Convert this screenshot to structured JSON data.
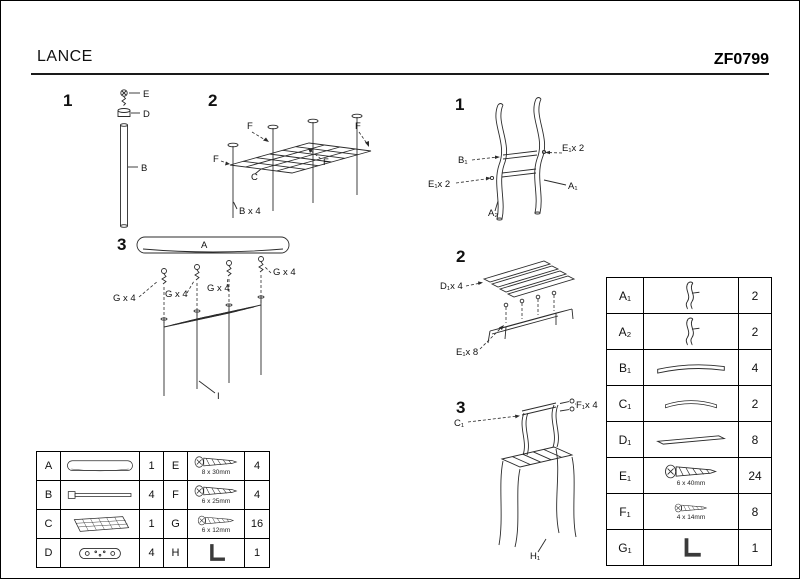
{
  "header": {
    "brand": "LANCE",
    "model": "ZF0799"
  },
  "steps": {
    "t1": {
      "num": "1",
      "e": "E",
      "d": "D",
      "b": "B"
    },
    "t2": {
      "num": "2",
      "f": "F",
      "c": "C",
      "b4": "B x 4"
    },
    "t3": {
      "num": "3",
      "a": "A",
      "g4": "G x 4",
      "i": "I"
    },
    "c1": {
      "num": "1",
      "b1": "B₁",
      "e1x2": "E₁x 2",
      "a1": "A₁",
      "a2": "A₂"
    },
    "c2": {
      "num": "2",
      "d1x4": "D₁x 4",
      "e1x8": "E₁x 8"
    },
    "c3": {
      "num": "3",
      "c1": "C₁",
      "f1x4": "F₁x 4",
      "h1": "H₁"
    }
  },
  "parts_left": {
    "rows": [
      {
        "l1": "A",
        "q1": "1",
        "l2": "E",
        "size": "8 x 30mm",
        "q2": "4"
      },
      {
        "l1": "B",
        "q1": "4",
        "l2": "F",
        "size": "6 x 25mm",
        "q2": "4"
      },
      {
        "l1": "C",
        "q1": "1",
        "l2": "G",
        "size": "6 x 12mm",
        "q2": "16"
      },
      {
        "l1": "D",
        "q1": "4",
        "l2": "H",
        "size": "",
        "q2": "1"
      }
    ]
  },
  "parts_right": {
    "rows": [
      {
        "l": "A₁",
        "size": "",
        "q": "2"
      },
      {
        "l": "A₂",
        "size": "",
        "q": "2"
      },
      {
        "l": "B₁",
        "size": "",
        "q": "4"
      },
      {
        "l": "C₁",
        "size": "",
        "q": "2"
      },
      {
        "l": "D₁",
        "size": "",
        "q": "8"
      },
      {
        "l": "E₁",
        "size": "6 x 40mm",
        "q": "24"
      },
      {
        "l": "F₁",
        "size": "4 x 14mm",
        "q": "8"
      },
      {
        "l": "G₁",
        "size": "",
        "q": "1"
      }
    ]
  }
}
